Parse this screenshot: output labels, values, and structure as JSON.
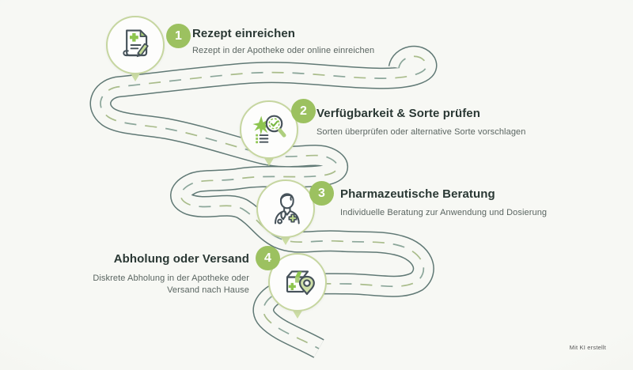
{
  "steps": [
    {
      "number": "1",
      "title": "Rezept einreichen",
      "subtitle": "Rezept in der Apotheke oder online einreichen",
      "icon": "prescription-document-icon"
    },
    {
      "number": "2",
      "title": "Verfügbarkeit & Sorte prüfen",
      "subtitle": "Sorten überprüfen oder alternative Sorte vorschlagen",
      "icon": "strain-search-icon"
    },
    {
      "number": "3",
      "title": "Pharmazeutische Beratung",
      "subtitle": "Individuelle Beratung zur Anwendung und Dosierung",
      "icon": "pharmacist-icon"
    },
    {
      "number": "4",
      "title": "Abholung oder Versand",
      "subtitle": "Diskrete Abholung in der Apotheke oder Versand nach Hause",
      "icon": "package-delivery-icon"
    }
  ],
  "footer": {
    "credit": "Mit KI erstellt"
  },
  "colors": {
    "background": "#f7f8f4",
    "accent_green": "#9cc160",
    "circle_border_green": "#c6d6a0",
    "pointer_green": "#ccdda5",
    "road_edge_teal": "#4b6763",
    "road_dash_teal": "#8ba69a",
    "road_dash_olive": "#a9bc8b",
    "icon_green": "#8ec550",
    "icon_outline": "#46525a",
    "title_text": "#2a3834",
    "subtitle_text": "#5a6561"
  }
}
